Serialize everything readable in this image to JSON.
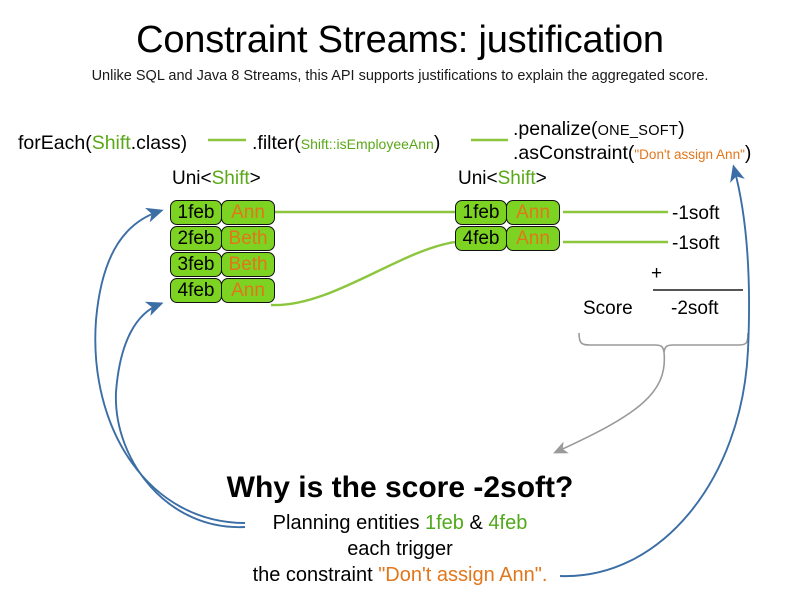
{
  "slide": {
    "title": "Constraint Streams: justification",
    "subtitle": "Unlike SQL and Java 8 Streams, this API supports justifications to explain the aggregated score."
  },
  "pipeline": {
    "foreach": {
      "prefix": "forEach(",
      "type": "Shift",
      "suffix": ".class)"
    },
    "filter": {
      "prefix": ".filter(",
      "arg": "Shift::isEmployeeAnn",
      "suffix": ")"
    },
    "penalize": {
      "prefix": ".penalize(",
      "arg": "ONE_SOFT",
      "suffix": ")"
    },
    "as_constraint": {
      "prefix": ".asConstraint(",
      "arg": "\"Don't assign Ann\"",
      "suffix": ")"
    }
  },
  "streams": [
    {
      "label_prefix": "Uni<",
      "label_type": "Shift",
      "label_suffix": ">",
      "rows": [
        {
          "date": "1feb",
          "employee": "Ann"
        },
        {
          "date": "2feb",
          "employee": "Beth"
        },
        {
          "date": "3feb",
          "employee": "Beth"
        },
        {
          "date": "4feb",
          "employee": "Ann"
        }
      ]
    },
    {
      "label_prefix": "Uni<",
      "label_type": "Shift",
      "label_suffix": ">",
      "rows": [
        {
          "date": "1feb",
          "employee": "Ann"
        },
        {
          "date": "4feb",
          "employee": "Ann"
        }
      ]
    }
  ],
  "score": {
    "impacts": [
      "-1soft",
      "-1soft"
    ],
    "operator": "+",
    "label": "Score",
    "total": "-2soft"
  },
  "explanation": {
    "heading": "Why is the score -2soft?",
    "line1_prefix": "Planning entities ",
    "line1_date_a": "1feb",
    "line1_conjunction": " & ",
    "line1_date_b": "4feb",
    "line2": "each trigger",
    "line3_prefix": "the constraint ",
    "line3_constraint": "\"Don't assign Ann\".",
    "line3_suffix": ""
  },
  "colors": {
    "box_fill": "#7dd321",
    "box_stroke": "#111111",
    "type_green": "#5aa818",
    "string_orange": "#e2761b",
    "connector_green": "#8cc63f",
    "annotation_blue": "#3b6ea5",
    "brace_gray": "#9a9a9a"
  }
}
